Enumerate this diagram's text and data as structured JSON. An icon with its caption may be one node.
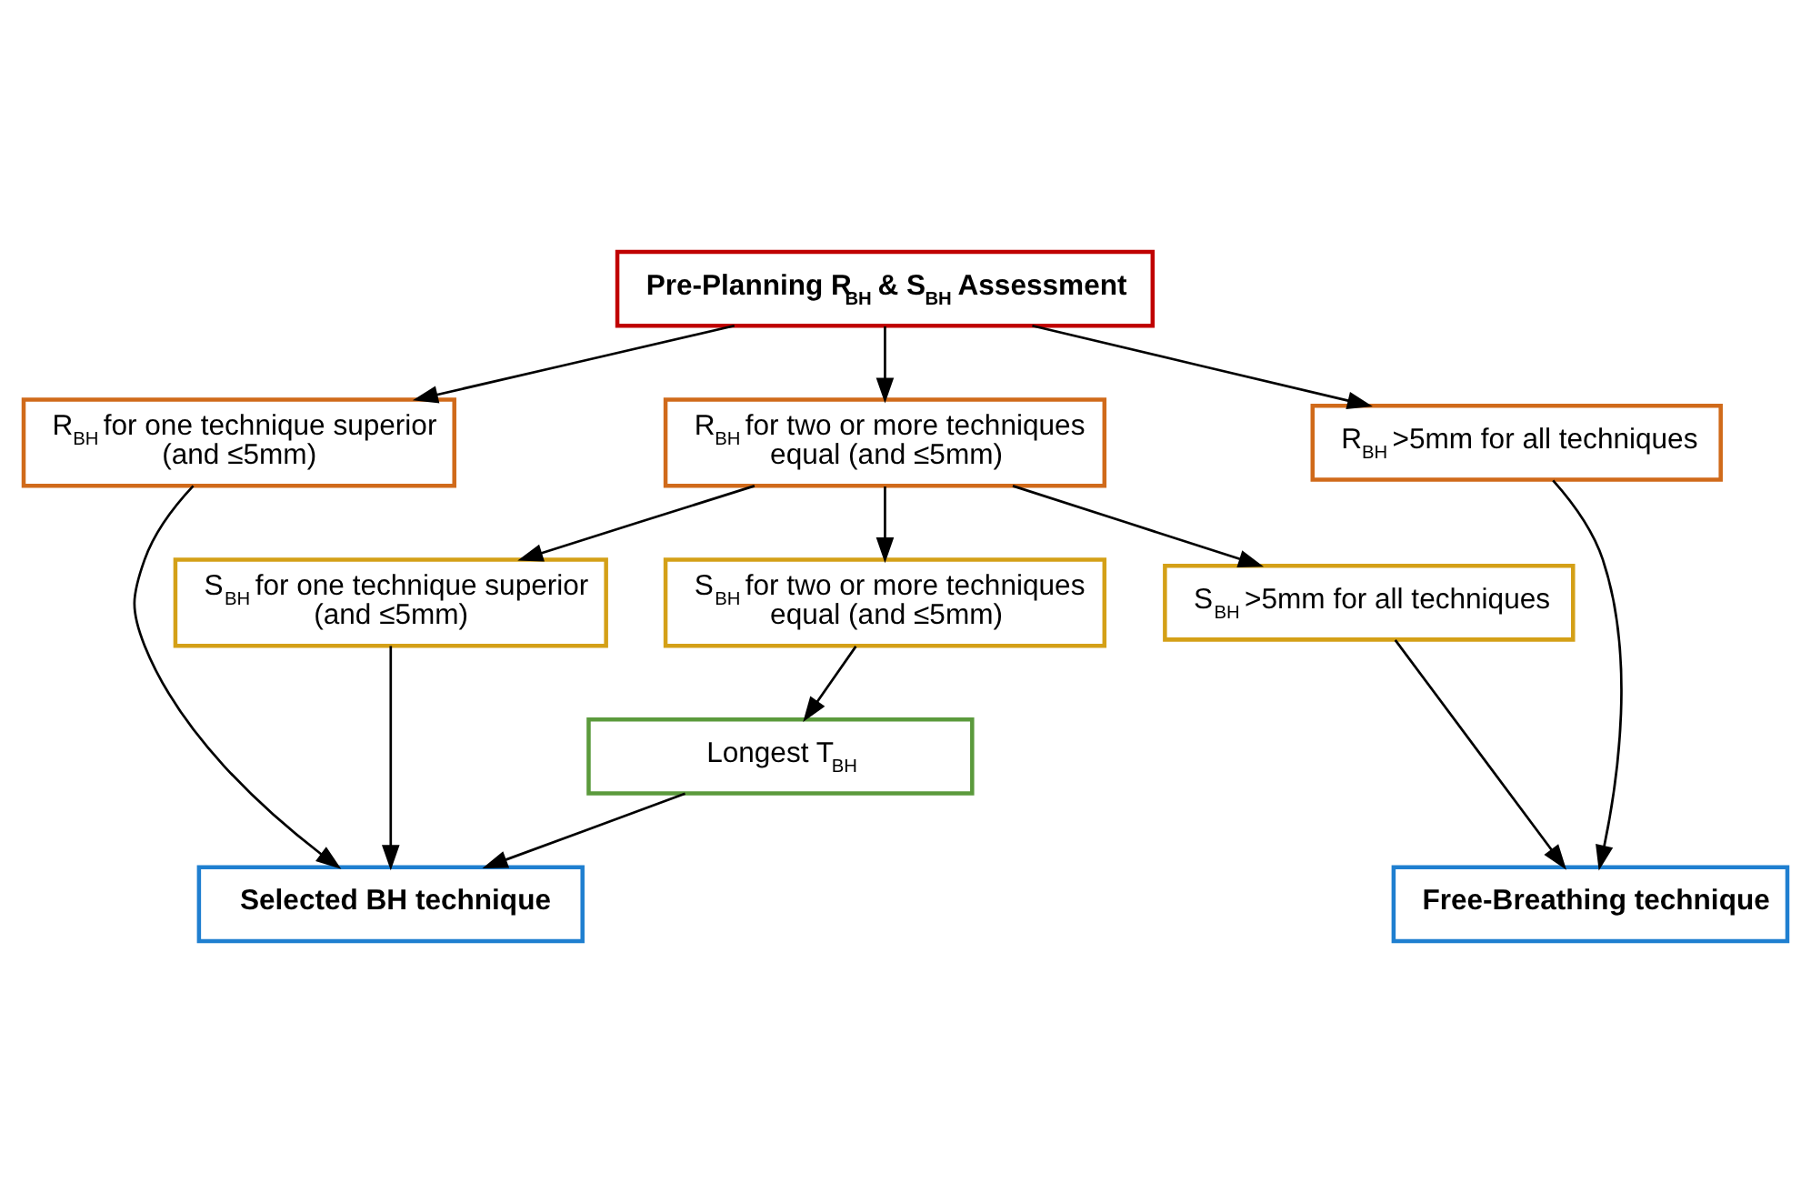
{
  "diagram": {
    "nodes": [
      {
        "text": [
          "Pre-Planning R$_{BH}$ & S$_{BH}$ Assessment"
        ]
      },
      {
        "text": [
          "R$_{BH}$ for one technique superior (and ≤5mm)"
        ]
      },
      {
        "text": [
          "R$_{BH}$ for two or more techniques equal (and ≤5mm)"
        ]
      },
      {
        "text": [
          "R$_{BH}$ >5mm for all techniques"
        ]
      },
      {
        "text": [
          "S$_{BH}$ for one technique superior (and ≤5mm)"
        ]
      },
      {
        "text": [
          "S$_{BH}$ for two or more techniques equal (and ≤5mm)"
        ]
      },
      {
        "text": [
          "S$_{BH}$ >5mm for all techniques"
        ]
      },
      {
        "text": [
          "Longest T$_{BH}$"
        ]
      },
      {
        "text": [
          "Selected BH technique"
        ]
      },
      {
        "text": [
          "Free-Breathing technique"
        ]
      }
    ],
    "edges": [
      {
        "from": 0,
        "to": 1,
        "arrow": "to"
      },
      {
        "from": 0,
        "to": 2,
        "arrow": "to"
      },
      {
        "from": 0,
        "to": 3,
        "arrow": "to"
      },
      {
        "from": 1,
        "to": 8,
        "arrow": "to"
      },
      {
        "from": 2,
        "to": 4,
        "arrow": "to"
      },
      {
        "from": 2,
        "to": 5,
        "arrow": "to"
      },
      {
        "from": 2,
        "to": 6,
        "arrow": "to"
      },
      {
        "from": 3,
        "to": 9,
        "arrow": "to"
      },
      {
        "from": 4,
        "to": 8,
        "arrow": "to"
      },
      {
        "from": 5,
        "to": 7,
        "arrow": "to"
      },
      {
        "from": 6,
        "to": 9,
        "arrow": "to"
      },
      {
        "from": 7,
        "to": 8,
        "arrow": "to"
      }
    ]
  }
}
